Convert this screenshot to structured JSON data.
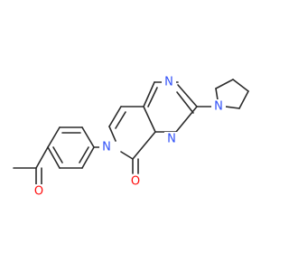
{
  "molecule": {
    "atoms": {
      "oxygen_acetyl": "O",
      "oxygen_carbonyl": "O",
      "nitrogen_ring_n6": "N",
      "nitrogen_n1": "N",
      "nitrogen_n3": "N",
      "nitrogen_pyrrolidine": "N"
    },
    "colors": {
      "bond": "#2b2b2b",
      "nitrogen": "#3050f8",
      "oxygen": "#ff0d0d"
    }
  }
}
